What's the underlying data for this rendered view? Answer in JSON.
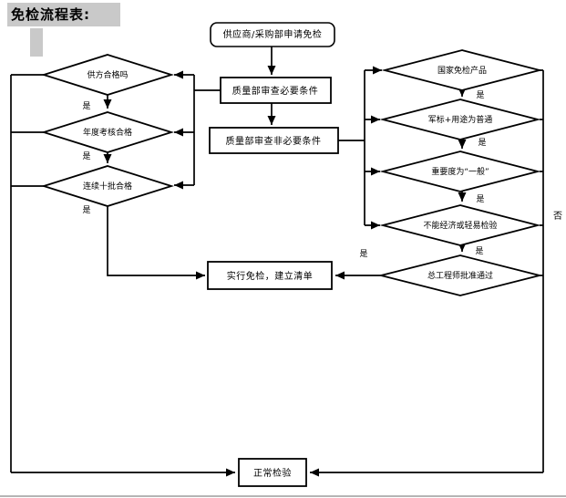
{
  "title": "免检流程表:",
  "labels": {
    "yes": "是",
    "no": "否"
  },
  "nodes": {
    "start": "供应商/采购部申请免检",
    "check_required": "质量部审查必要条件",
    "check_optional": "质量部审查非必要条件",
    "exempt": "实行免检，建立清单",
    "normal": "正常检验",
    "left_conditions": [
      "供方合格吗",
      "年度考核合格",
      "连续十批合格"
    ],
    "right_conditions": [
      "国家免检产品",
      "军标+用途为普通",
      "重要度为“一般”",
      "不能经济或轻易检验",
      "总工程师批准通过"
    ]
  },
  "colors": {
    "line": "#000000",
    "highlight": "#c9c9c9",
    "background": "#ffffff"
  }
}
